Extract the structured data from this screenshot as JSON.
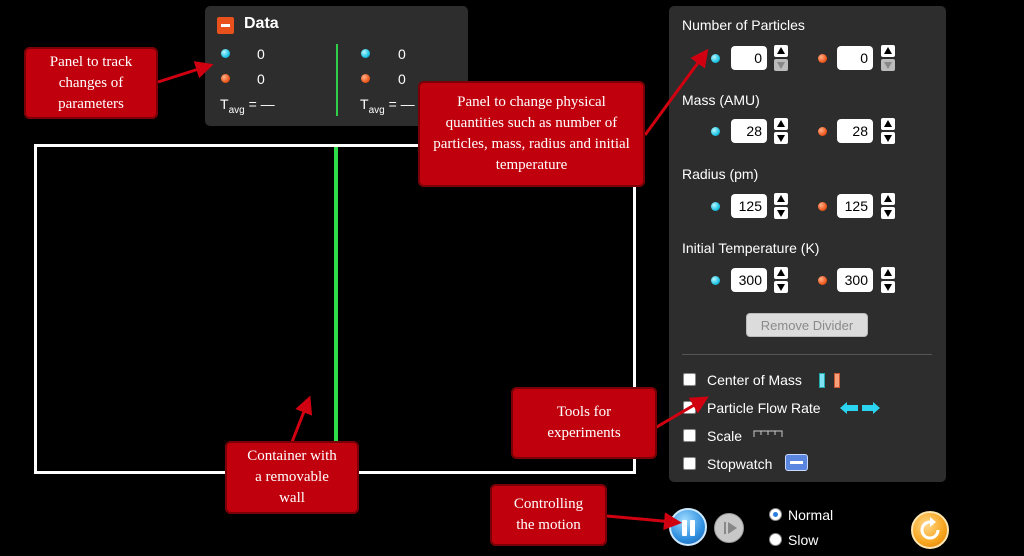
{
  "data_panel": {
    "title": "Data",
    "left": {
      "cyan_count": "0",
      "red_count": "0",
      "tavg_label": "T",
      "tavg_sub": "avg",
      "tavg_value": " = —"
    },
    "right": {
      "cyan_count": "0",
      "red_count": "0",
      "tavg_label": "T",
      "tavg_sub": "avg",
      "tavg_value": " = —"
    }
  },
  "controls": {
    "num_particles": {
      "label": "Number of Particles",
      "cyan": "0",
      "red": "0"
    },
    "mass": {
      "label": "Mass (AMU)",
      "cyan": "28",
      "red": "28"
    },
    "radius": {
      "label": "Radius (pm)",
      "cyan": "125",
      "red": "125"
    },
    "temperature": {
      "label": "Initial Temperature (K)",
      "cyan": "300",
      "red": "300"
    },
    "remove_divider": "Remove Divider",
    "tools": [
      {
        "label": "Center of Mass",
        "checked": false
      },
      {
        "label": "Particle Flow Rate",
        "checked": false
      },
      {
        "label": "Scale",
        "checked": false
      },
      {
        "label": "Stopwatch",
        "checked": false
      }
    ]
  },
  "playback": {
    "speeds": [
      {
        "label": "Normal",
        "selected": true
      },
      {
        "label": "Slow",
        "selected": false
      }
    ]
  },
  "annotations": {
    "track": "Panel to track changes of parameters",
    "change": "Panel to change physical quantities such as number of particles, mass, radius and initial temperature",
    "container": "Container with a removable wall",
    "tools": "Tools for experiments",
    "motion": "Controlling the motion"
  },
  "colors": {
    "cyan_particle": "#1fc4e6",
    "red_particle": "#f05a1e",
    "divider": "#2fdc4a",
    "callout": "#c0000c",
    "panel": "#2d2d2d"
  }
}
